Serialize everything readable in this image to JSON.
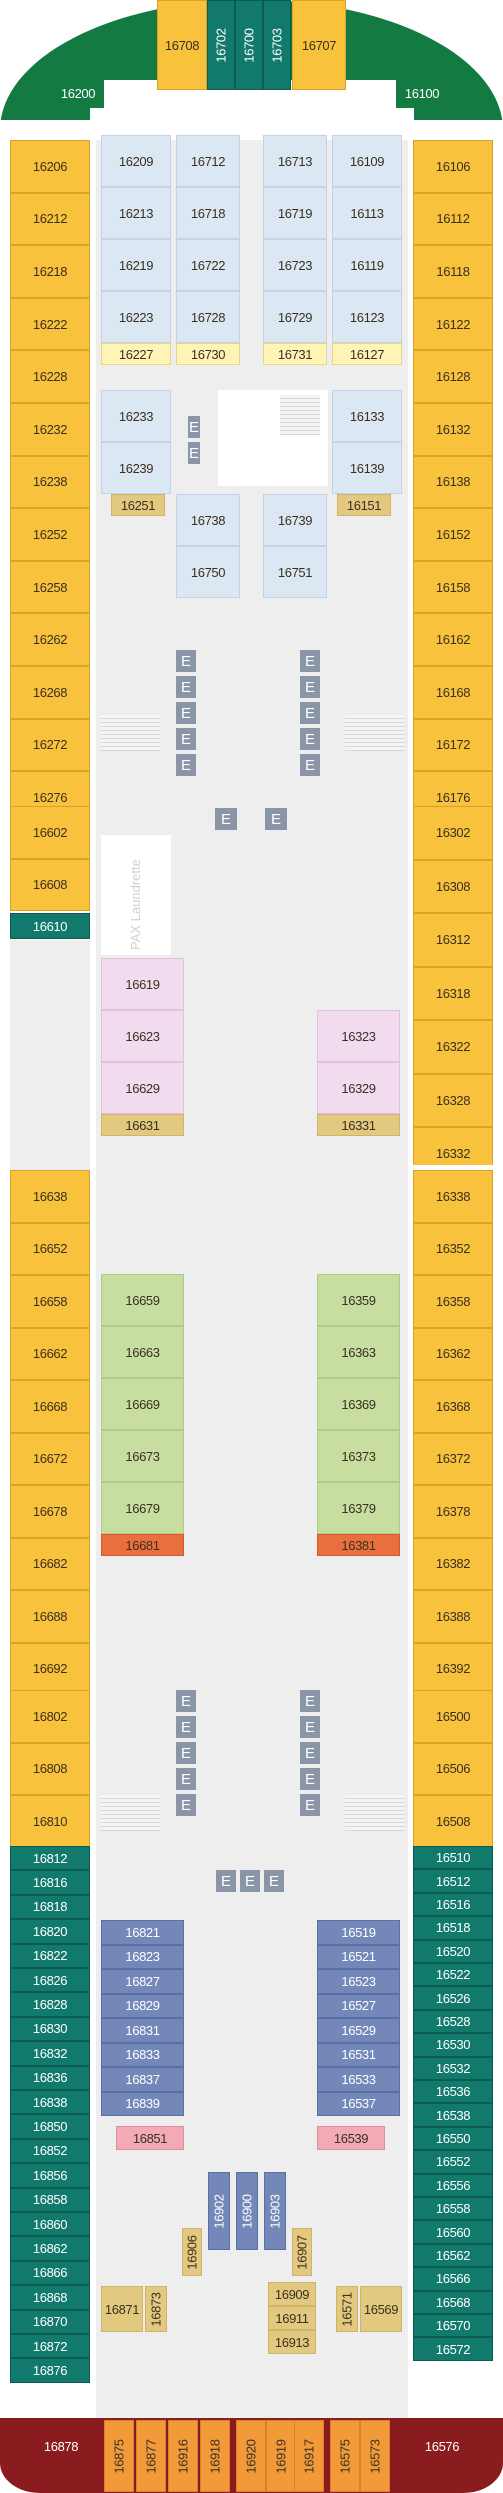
{
  "colors": {
    "balcony": "#f9c23c",
    "balcony_border": "#d9a228",
    "teal": "#117a6c",
    "green_bow": "#137a42",
    "stern_red": "#8a1b1e",
    "orange": "#f29a3a",
    "inside_blue": "#dce7f4",
    "yellow_light": "#fff4b5",
    "tan": "#e3c97f",
    "pink": "#f2dbef",
    "green_light": "#c7dea0",
    "orange_red": "#ea6f3f",
    "purple_blue": "#7388b8",
    "pink_red": "#f4a9b6",
    "elevator": "#8a96a8",
    "interior_grey": "#eeeeee"
  },
  "labels": {
    "elevator": "E",
    "laundry": "PAX Laundrette"
  },
  "cabins": {
    "bow": [
      "16708",
      "16702",
      "16700",
      "16703",
      "16707",
      "16200",
      "16100"
    ],
    "left_outer": [
      "16206",
      "16212",
      "16218",
      "16222",
      "16228",
      "16232",
      "16238",
      "16252",
      "16258",
      "16262",
      "16268",
      "16272",
      "16276",
      "16602",
      "16608",
      "16610",
      "16638",
      "16652",
      "16658",
      "16662",
      "16668",
      "16672",
      "16678",
      "16682",
      "16688",
      "16692",
      "16802",
      "16808",
      "16810",
      "16812",
      "16816",
      "16818",
      "16820",
      "16822",
      "16826",
      "16828",
      "16830",
      "16832",
      "16836",
      "16838",
      "16850",
      "16852",
      "16856",
      "16858",
      "16860",
      "16862",
      "16866",
      "16868",
      "16870",
      "16872",
      "16876"
    ],
    "right_outer": [
      "16106",
      "16112",
      "16118",
      "16122",
      "16128",
      "16132",
      "16138",
      "16152",
      "16158",
      "16162",
      "16168",
      "16172",
      "16176",
      "16302",
      "16308",
      "16312",
      "16318",
      "16322",
      "16328",
      "16332",
      "16338",
      "16352",
      "16358",
      "16362",
      "16368",
      "16372",
      "16378",
      "16382",
      "16388",
      "16392",
      "16500",
      "16506",
      "16508",
      "16510",
      "16512",
      "16516",
      "16518",
      "16520",
      "16522",
      "16526",
      "16528",
      "16530",
      "16532",
      "16536",
      "16538",
      "16550",
      "16552",
      "16556",
      "16558",
      "16560",
      "16562",
      "16566",
      "16568",
      "16570",
      "16572"
    ],
    "inner_upper_1": [
      "16209",
      "16213",
      "16219",
      "16223",
      "16227"
    ],
    "inner_upper_2": [
      "16712",
      "16718",
      "16722",
      "16728",
      "16730"
    ],
    "inner_upper_3": [
      "16713",
      "16719",
      "16723",
      "16729",
      "16731"
    ],
    "inner_upper_4": [
      "16109",
      "16113",
      "16119",
      "16123",
      "16127"
    ],
    "inner_mid": [
      "16233",
      "16239",
      "16251",
      "16738",
      "16750",
      "16739",
      "16751",
      "16133",
      "16139",
      "16151"
    ],
    "pink_left": [
      "16619",
      "16623",
      "16629",
      "16631"
    ],
    "pink_right": [
      "16323",
      "16329",
      "16331"
    ],
    "green_left": [
      "16659",
      "16663",
      "16669",
      "16673",
      "16679",
      "16681"
    ],
    "green_right": [
      "16359",
      "16363",
      "16369",
      "16373",
      "16379",
      "16381"
    ],
    "blue_left": [
      "16821",
      "16823",
      "16827",
      "16829",
      "16831",
      "16833",
      "16837",
      "16839",
      "16851"
    ],
    "blue_right": [
      "16519",
      "16521",
      "16523",
      "16527",
      "16529",
      "16531",
      "16533",
      "16537",
      "16539"
    ],
    "aft_inner": [
      "16906",
      "16902",
      "16900",
      "16903",
      "16907",
      "16909",
      "16911",
      "16913",
      "16871",
      "16873",
      "16571",
      "16569"
    ],
    "stern": [
      "16878",
      "16875",
      "16877",
      "16916",
      "16918",
      "16920",
      "16919",
      "16917",
      "16575",
      "16573",
      "16576"
    ]
  }
}
